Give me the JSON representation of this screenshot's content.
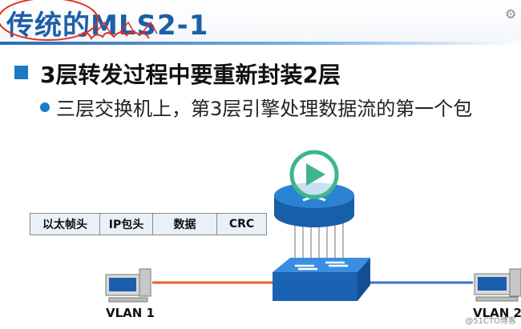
{
  "slide": {
    "title": "传统的MLS2-1",
    "heading": "3层转发过程中要重新封装2层",
    "bullet": "三层交换机上，第3层引擎处理数据流的第一个包"
  },
  "frame_fields": [
    "以太帧头",
    "IP包头",
    "数据",
    "CRC"
  ],
  "labels": {
    "vlan1": "VLAN 1",
    "vlan2": "VLAN 2"
  },
  "watermark": "@51CTO博客",
  "player": {
    "play_icon": "play-icon"
  },
  "colors": {
    "title": "#1e5ea8",
    "accent": "#1c7ac4",
    "router": "#1a6dc0",
    "link_left": "#e8622a",
    "link_right": "#3b6fd0",
    "play": "#3fb58a"
  }
}
